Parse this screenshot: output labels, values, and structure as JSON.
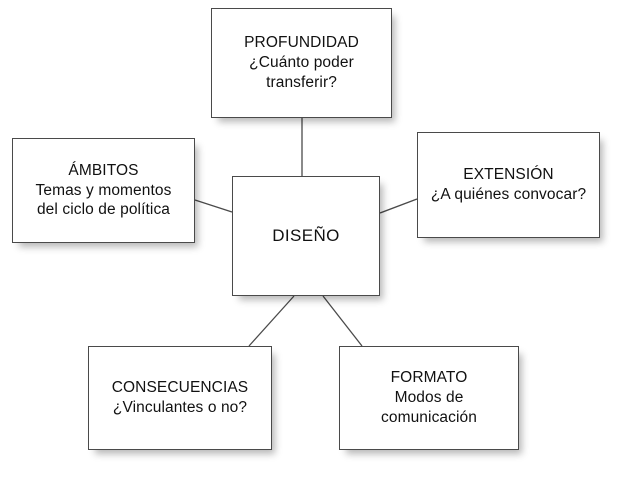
{
  "diagram": {
    "title": "Diseño",
    "type": "hub-and-spoke concept map",
    "background_color": "#ffffff",
    "box_border_color": "#4a4a4a",
    "box_fill_color": "#ffffff",
    "text_color": "#111111",
    "connector_color": "#4a4a4a",
    "center": {
      "id": "diseno",
      "title": "DISEÑO",
      "subtitle_lines": []
    },
    "nodes": [
      {
        "id": "profundidad",
        "title": "PROFUNDIDAD",
        "subtitle_lines": [
          "¿Cuánto poder",
          "transferir?"
        ],
        "position": "top"
      },
      {
        "id": "ambitos",
        "title": "ÁMBITOS",
        "subtitle_lines": [
          "Temas y momentos",
          "del ciclo de política"
        ],
        "position": "left"
      },
      {
        "id": "extension",
        "title": "EXTENSIÓN",
        "subtitle_lines": [
          "¿A quiénes convocar?"
        ],
        "position": "right"
      },
      {
        "id": "consecuencias",
        "title": "CONSECUENCIAS",
        "subtitle_lines": [
          "¿Vinculantes o no?"
        ],
        "position": "bottom-left"
      },
      {
        "id": "formato",
        "title": "FORMATO",
        "subtitle_lines": [
          "Modos de",
          "comunicación"
        ],
        "position": "bottom-right"
      }
    ],
    "connectors": [
      {
        "from": "diseno",
        "to": "profundidad"
      },
      {
        "from": "diseno",
        "to": "ambitos"
      },
      {
        "from": "diseno",
        "to": "extension"
      },
      {
        "from": "diseno",
        "to": "consecuencias"
      },
      {
        "from": "diseno",
        "to": "formato"
      }
    ]
  }
}
